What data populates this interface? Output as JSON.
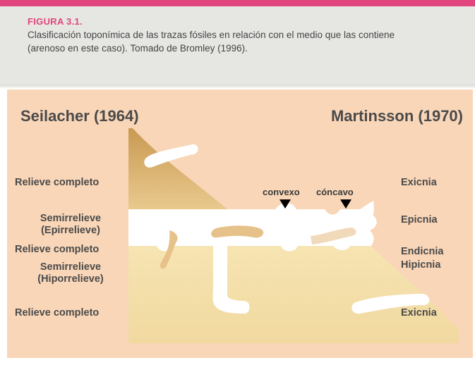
{
  "caption": {
    "label": "FIGURA 3.1.",
    "text_line1": "Clasificación toponímica de las trazas fósiles en relación con el medio que las contiene",
    "text_line2": "(arenoso en este caso). Tomado de Bromley (1996)."
  },
  "figure": {
    "left_title": "Seilacher (1964)",
    "right_title": "Martinsson (1970)",
    "left_labels": {
      "top": "Relieve completo",
      "semi1_a": "Semirrelieve",
      "semi1_b": "(Epirrelieve)",
      "middle": "Relieve completo",
      "semi2_a": "Semirrelieve",
      "semi2_b": "(Hiporrelieve)",
      "bottom": "Relieve completo"
    },
    "right_labels": {
      "top": "Exicnia",
      "epi": "Epicnia",
      "endo": "Endicnia",
      "hipo": "Hipicnia",
      "bottom": "Exicnia"
    },
    "markers": {
      "convex": "convexo",
      "concave": "cóncavo"
    }
  },
  "colors": {
    "accent": "#e0457e",
    "caption_bg": "#e6e6e3",
    "figure_bg": "#f9d6b8",
    "sediment_top": "#dcb06e",
    "sediment_bottom": "#f4dfa8",
    "burrow": "#ffffff"
  }
}
